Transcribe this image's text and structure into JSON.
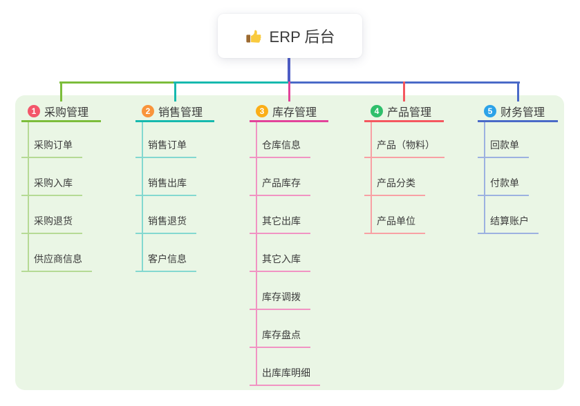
{
  "root": {
    "label": "ERP 后台",
    "icon": "thumbs-up"
  },
  "branches": [
    {
      "number": "1",
      "label": "采购管理",
      "badge_color": "#f3566a",
      "line_color": "#7cbd3b",
      "light_line_color": "#b5da94",
      "children": [
        "采购订单",
        "采购入库",
        "采购退货",
        "供应商信息"
      ]
    },
    {
      "number": "2",
      "label": "销售管理",
      "badge_color": "#f9943b",
      "line_color": "#16b9ae",
      "light_line_color": "#83d8d0",
      "children": [
        "销售订单",
        "销售出库",
        "销售退货",
        "客户信息"
      ]
    },
    {
      "number": "3",
      "label": "库存管理",
      "badge_color": "#fbae17",
      "line_color": "#e2439a",
      "light_line_color": "#f193c3",
      "children": [
        "仓库信息",
        "产品库存",
        "其它出库",
        "其它入库",
        "库存调拨",
        "库存盘点",
        "出库库明细"
      ]
    },
    {
      "number": "4",
      "label": "产品管理",
      "badge_color": "#2fbf6b",
      "line_color": "#f4575f",
      "light_line_color": "#f8a0a4",
      "children": [
        "产品（物料）",
        "产品分类",
        "产品单位"
      ]
    },
    {
      "number": "5",
      "label": "财务管理",
      "badge_color": "#2ba2e8",
      "line_color": "#4a6ac8",
      "light_line_color": "#9cb1e0",
      "children": [
        "回款单",
        "付款单",
        "结算账户"
      ]
    }
  ],
  "colors": {
    "panel_bg": "#eaf6e5",
    "root_connector": "#4d5cc5",
    "card_bg": "#ffffff",
    "text": "#3b3b3b",
    "thumb_hand": "#f9ca3e",
    "thumb_sleeve": "#9c6a30"
  }
}
